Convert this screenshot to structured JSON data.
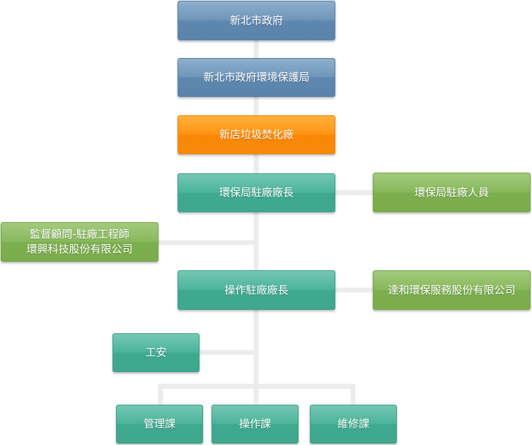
{
  "org_chart": {
    "government": "新北市政府",
    "epb": "新北市政府環境保護局",
    "plant": "新店垃圾焚化廠",
    "epb_director": "環保局駐廠廠長",
    "epb_staff": "環保局駐廠人員",
    "supervisor": {
      "line1": "監督顧問-駐廠工程師",
      "line2": "環興科技股份有限公司"
    },
    "operation_director": "操作駐廠廠長",
    "contractor": "達和環保服務股份有限公司",
    "safety": "工安",
    "sections": {
      "management": "管理課",
      "operation": "操作課",
      "maintenance": "維修課"
    }
  },
  "colors": {
    "government_blue": "#6f96bb",
    "plant_orange": "#ff9412",
    "internal_teal": "#4cb49b",
    "external_green": "#88b95c",
    "connector": "#ececec"
  }
}
